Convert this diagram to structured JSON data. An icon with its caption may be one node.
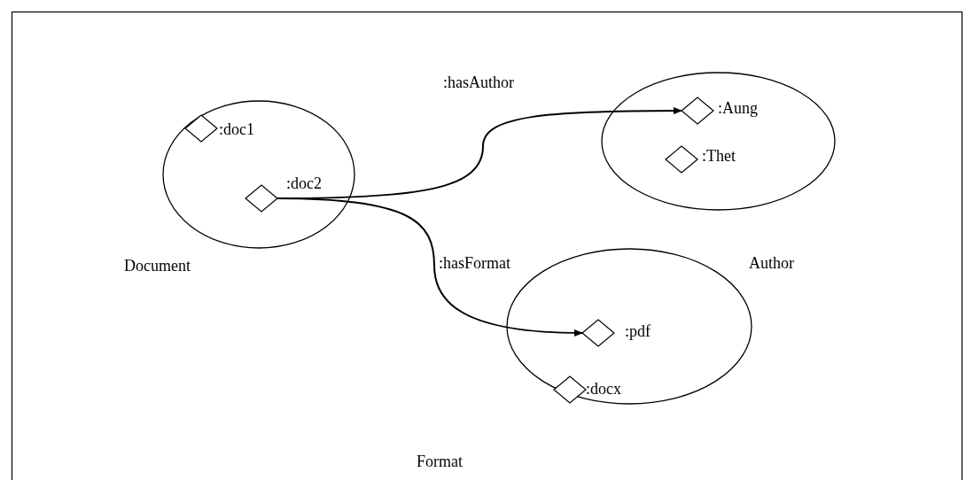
{
  "diagram": {
    "nodes": [
      {
        "text": [
          "Document"
        ]
      },
      {
        "text": [
          ":doc1"
        ],
        "in": 0
      },
      {
        "text": [
          ":doc2"
        ],
        "in": 0
      },
      {
        "text": [
          "Author"
        ]
      },
      {
        "text": [
          ":Aung"
        ],
        "in": 3
      },
      {
        "text": [
          ":Thet"
        ],
        "in": 3
      },
      {
        "text": [
          "Format"
        ]
      },
      {
        "text": [
          ":pdf"
        ],
        "in": 6
      },
      {
        "text": [
          ":docx"
        ],
        "in": 6
      }
    ],
    "edges": [
      {
        "from": 2,
        "to": 4,
        "arrow": "to",
        "label": ":hasAuthor"
      },
      {
        "from": 2,
        "to": 7,
        "arrow": "to",
        "label": ":hasFormat"
      }
    ]
  }
}
